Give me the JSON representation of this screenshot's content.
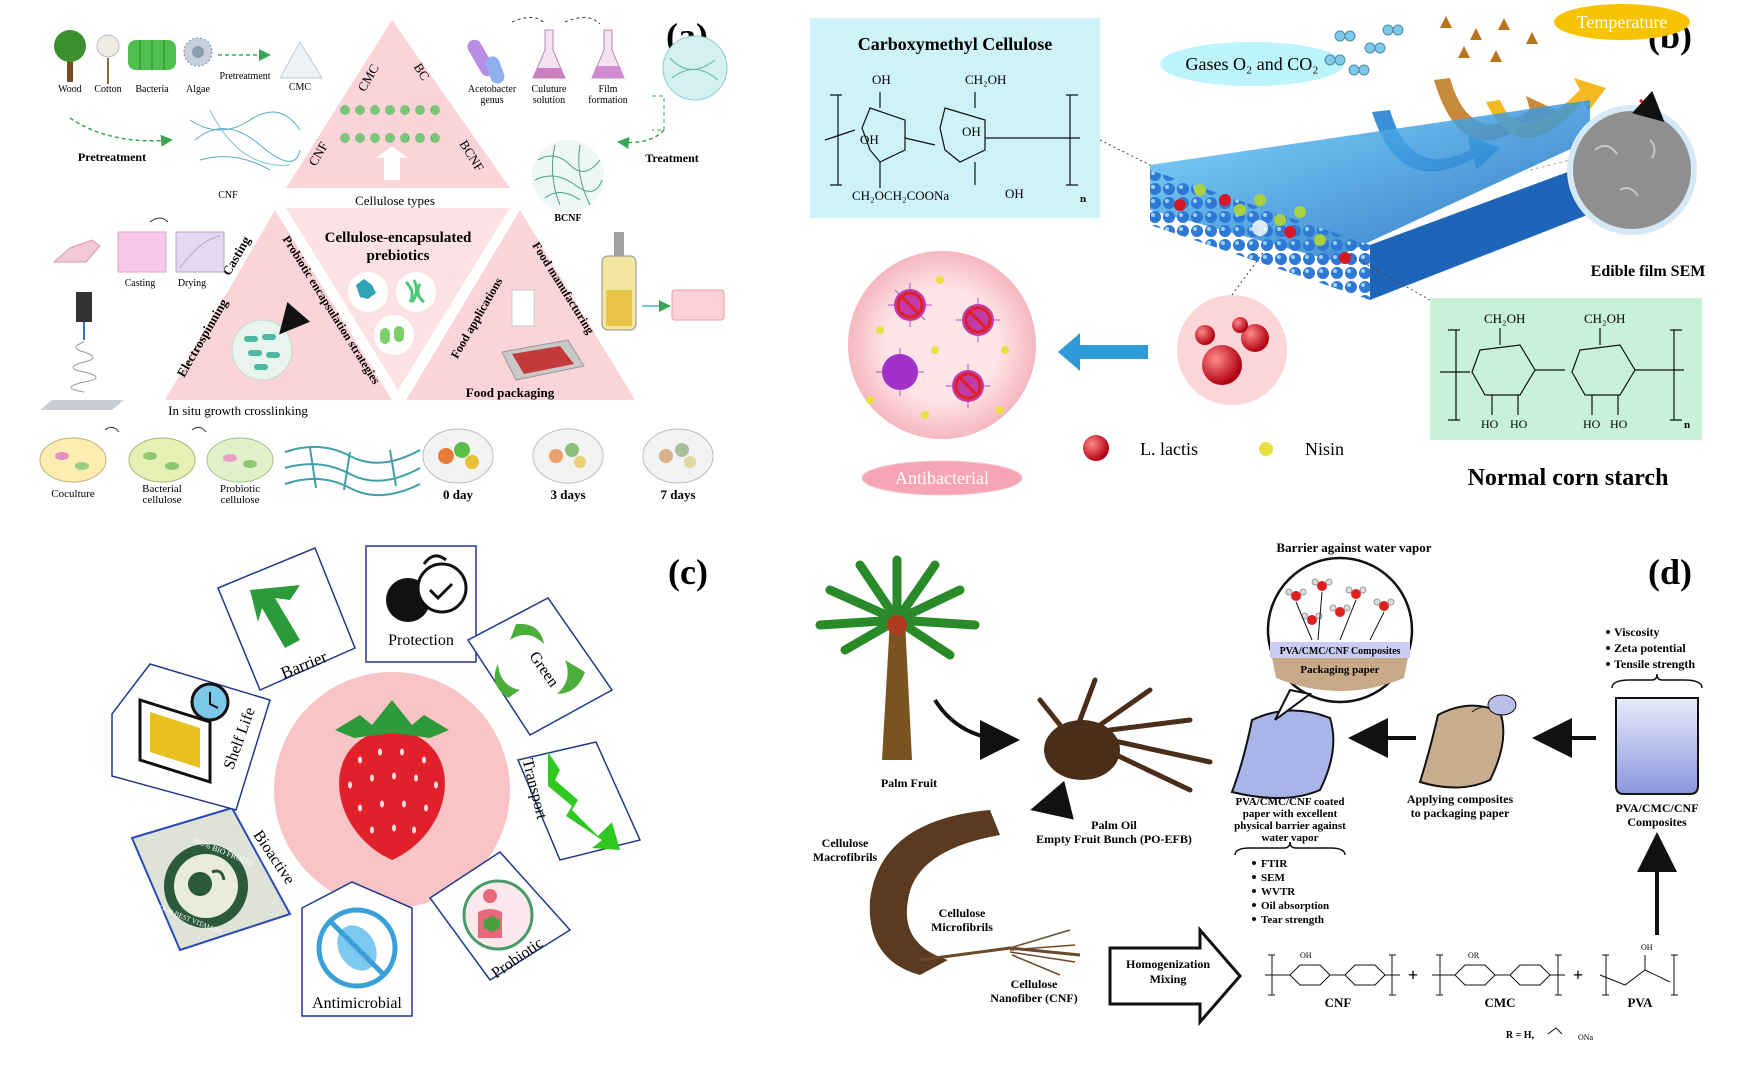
{
  "panel_labels": {
    "a": "(a)",
    "b": "(b)",
    "c": "(c)",
    "d": "(d)"
  },
  "panel_a": {
    "sources": [
      "Wood",
      "Cotton",
      "Bacteria",
      "Algae"
    ],
    "pretreatment_top": "Pretreatment",
    "cmc": "CMC",
    "acetobacter": [
      "Acetobacter",
      "genus"
    ],
    "culture": [
      "Culuture",
      "solution"
    ],
    "film": [
      "Film",
      "formation"
    ],
    "pretreatment_left": "Pretreatment",
    "treatment": "Treatment",
    "cnf": "CNF",
    "bcnf": "BCNF",
    "tri_cmc": "CMC",
    "tri_bc": "BC",
    "tri_cnf": "CNF",
    "tri_bcnf": "BCNF",
    "cellulose_types": "Cellulose types",
    "center_title": [
      "Cellulose-encapsulated",
      "prebiotics"
    ],
    "casting": "Casting",
    "drying": "Drying",
    "left_casting": "Casting",
    "electrospinning": "Electrospinning",
    "probiotic_strategies": "Probiotic encapsulation strategies",
    "food_applications": "Food applications",
    "food_manufacturing": "Food manufacturing",
    "food_packaging": "Food packaging",
    "in_situ": "In situ growth crosslinking",
    "bottom": [
      "Coculture",
      "Bacterial",
      "cellulose",
      "Probiotic",
      "cellulose"
    ],
    "days": [
      "0 day",
      "3 days",
      "7 days"
    ]
  },
  "panel_b": {
    "cmc_title": "Carboxymethyl Cellulose",
    "cmc_groups": [
      "OH",
      "CH₂OH",
      "OH",
      "OH",
      "CH₂OCH₂COONa",
      "OH",
      "n"
    ],
    "gases": "Gases O₂ and CO₂",
    "temperature": "Temperature",
    "edible_film": "Edible film SEM",
    "starch_groups": [
      "CH₂OH",
      "CH₂OH",
      "HO",
      "HO",
      "HO",
      "HO",
      "n"
    ],
    "starch_title": "Normal corn starch",
    "legend_lactis": "L. lactis",
    "legend_nisin": "Nisin",
    "antibacterial": "Antibacterial"
  },
  "panel_c": {
    "center": "strawberry-icon",
    "labels": [
      "Barrier",
      "Protection",
      "Green",
      "Transport",
      "Probiotic",
      "Antimicrobial",
      "Bioactive",
      "Shelf Life"
    ],
    "badge_text": [
      "100% BIO FRUITS",
      "YOUR BEST VITAMINS"
    ]
  },
  "panel_d": {
    "barrier_title": "Barrier against water vapor",
    "composite_layer": "PVA/CMC/CNF Composites",
    "packaging_paper": "Packaging paper",
    "palm_fruit": "Palm Fruit",
    "palm_oil": [
      "Palm Oil",
      "Empty Fruit Bunch (PO-EFB)"
    ],
    "coated": [
      "PVA/CMC/CNF coated",
      "paper with excellent",
      "physical barrier against",
      "water vapor"
    ],
    "applying": [
      "Applying composites",
      "to packaging paper"
    ],
    "composites": [
      "PVA/CMC/CNF",
      "Composites"
    ],
    "props": [
      "Viscosity",
      "Zeta potential",
      "Tensile strength"
    ],
    "tests": [
      "FTIR",
      "SEM",
      "WVTR",
      "Oil absorption",
      "Tear strength"
    ],
    "macro": [
      "Cellulose",
      "Macrofibrils"
    ],
    "micro": [
      "Cellulose",
      "Microfibrils"
    ],
    "nano": [
      "Cellulose",
      "Nanofiber (CNF)"
    ],
    "homog": [
      "Homogenization",
      "Mixing"
    ],
    "cnf": "CNF",
    "cmc": "CMC",
    "pva": "PVA",
    "r_def": [
      "R = H,",
      "ONa"
    ],
    "structure_groups": [
      "OH",
      "OR",
      "OH",
      "+",
      "+"
    ]
  }
}
